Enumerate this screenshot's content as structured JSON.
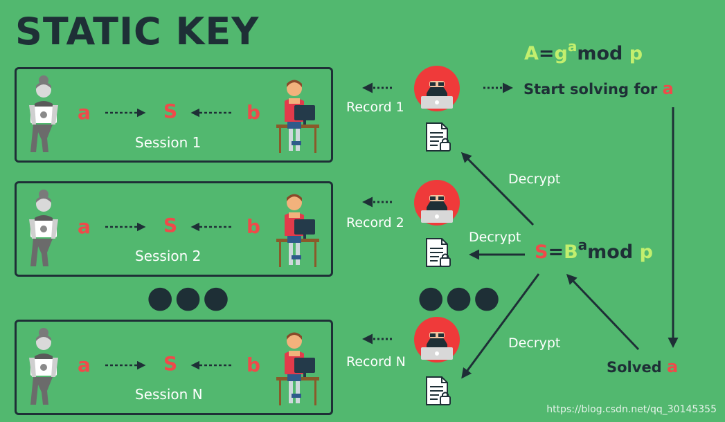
{
  "title": "STATIC KEY",
  "sessions": [
    {
      "a": "a",
      "s": "S",
      "b": "b",
      "label": "Session 1"
    },
    {
      "a": "a",
      "s": "S",
      "b": "b",
      "label": "Session 2"
    },
    {
      "a": "a",
      "s": "S",
      "b": "b",
      "label": "Session N"
    }
  ],
  "ellipsis": "●●●",
  "records": [
    "Record 1",
    "Record 2",
    "Record N"
  ],
  "decrypt_label": "Decrypt",
  "formula_top": {
    "A": "A",
    "eq": "=",
    "g": "g",
    "exp": "a",
    "mod": "mod",
    "p": "p"
  },
  "start_solving": {
    "text": "Start solving for",
    "var": "a"
  },
  "formula_s": {
    "S": "S",
    "eq": "=",
    "B": "B",
    "exp": "a",
    "mod": "mod",
    "p": "p"
  },
  "solved": {
    "text": "Solved",
    "var": "a"
  },
  "watermark": "https://blog.csdn.net/qq_30145355",
  "colors": {
    "background": "#52b86f",
    "dark": "#1e2f36",
    "red": "#ef4a4a",
    "lime": "#c3ef6e"
  }
}
